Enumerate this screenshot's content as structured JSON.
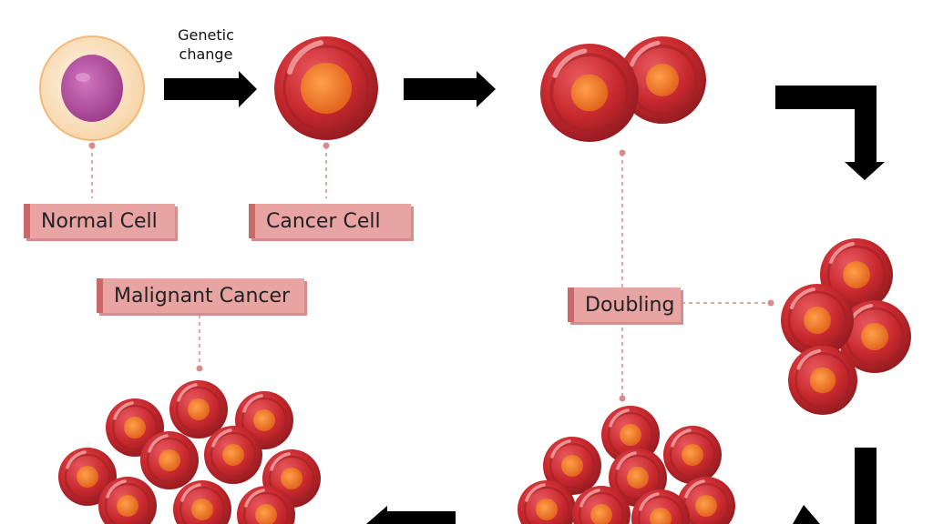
{
  "arrow_caption": {
    "line1": "Genetic",
    "line2": "change"
  },
  "labels": {
    "normal": "Normal Cell",
    "cancer": "Cancer Cell",
    "doubling": "Doubling",
    "malignant": "Malignant Cancer"
  },
  "colors": {
    "cell_red": "#c8292e",
    "cell_highlight": "#e86a6f",
    "nucleus_orange": "#f07a24",
    "normal_cytoplasm": "#fbe4c2",
    "normal_nucleus": "#b44fa0",
    "label_fill": "#e8a4a3",
    "connector": "#d98b8b"
  }
}
